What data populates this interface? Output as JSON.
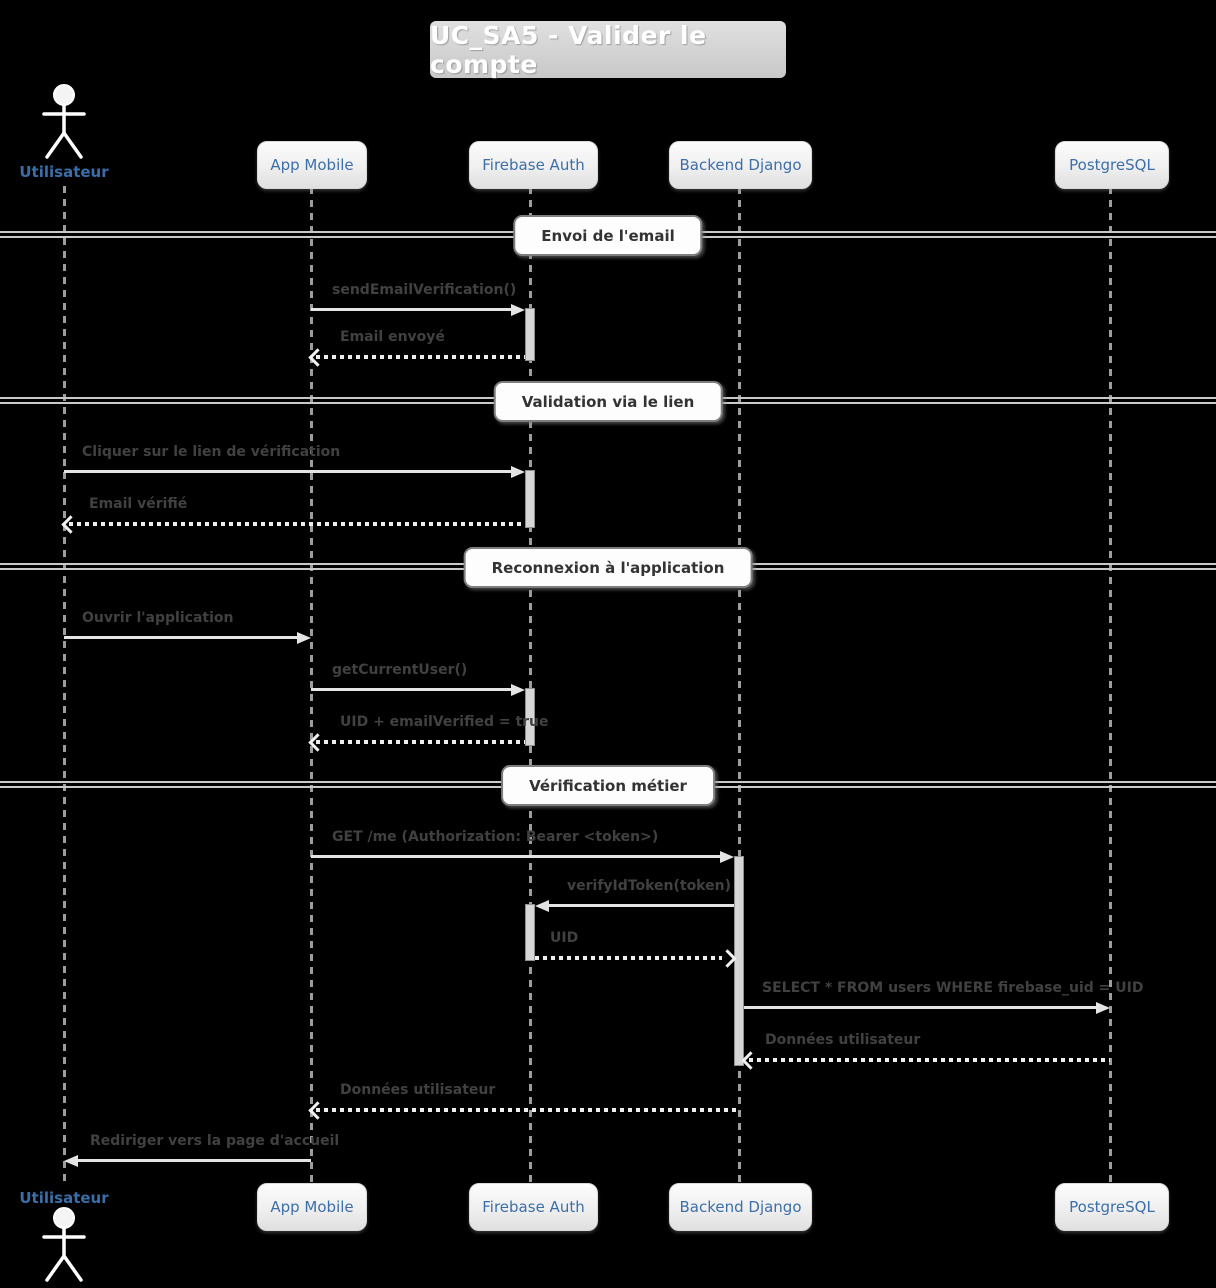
{
  "title": "UC_SA5 - Valider le compte",
  "actor": {
    "label": "Utilisateur"
  },
  "participants": [
    {
      "label": "App Mobile"
    },
    {
      "label": "Firebase Auth"
    },
    {
      "label": "Backend Django"
    },
    {
      "label": "PostgreSQL"
    }
  ],
  "sections": [
    {
      "label": "Envoi de l'email"
    },
    {
      "label": "Validation via le lien"
    },
    {
      "label": "Reconnexion à l'application"
    },
    {
      "label": "Vérification métier"
    }
  ],
  "messages": [
    {
      "from": "App Mobile",
      "to": "Firebase Auth",
      "style": "solid",
      "label": "sendEmailVerification()"
    },
    {
      "from": "Firebase Auth",
      "to": "App Mobile",
      "style": "dotted",
      "label": "Email envoyé"
    },
    {
      "from": "Utilisateur",
      "to": "Firebase Auth",
      "style": "solid",
      "label": "Cliquer sur le lien de vérification"
    },
    {
      "from": "Firebase Auth",
      "to": "Utilisateur",
      "style": "dotted",
      "label": "Email vérifié"
    },
    {
      "from": "Utilisateur",
      "to": "App Mobile",
      "style": "solid",
      "label": "Ouvrir l'application"
    },
    {
      "from": "App Mobile",
      "to": "Firebase Auth",
      "style": "solid",
      "label": "getCurrentUser()"
    },
    {
      "from": "Firebase Auth",
      "to": "App Mobile",
      "style": "dotted",
      "label": "UID + emailVerified = true"
    },
    {
      "from": "App Mobile",
      "to": "Backend Django",
      "style": "solid",
      "label": "GET /me (Authorization: Bearer <token>)"
    },
    {
      "from": "Backend Django",
      "to": "Firebase Auth",
      "style": "solid",
      "label": "verifyIdToken(token)"
    },
    {
      "from": "Firebase Auth",
      "to": "Backend Django",
      "style": "dotted",
      "label": "UID"
    },
    {
      "from": "Backend Django",
      "to": "PostgreSQL",
      "style": "solid",
      "label": "SELECT * FROM users WHERE firebase_uid = UID"
    },
    {
      "from": "PostgreSQL",
      "to": "Backend Django",
      "style": "dotted",
      "label": "Données utilisateur"
    },
    {
      "from": "Backend Django",
      "to": "App Mobile",
      "style": "dotted",
      "label": "Données utilisateur"
    },
    {
      "from": "App Mobile",
      "to": "Utilisateur",
      "style": "solid",
      "label": "Rediriger vers la page d'accueil"
    }
  ],
  "colors": {
    "background": "#000000",
    "participant_text": "#3d6fa8",
    "message_text": "#414141",
    "arrow": "#e4e4e4",
    "divider_text": "#333333",
    "title_text": "#ffffff"
  }
}
